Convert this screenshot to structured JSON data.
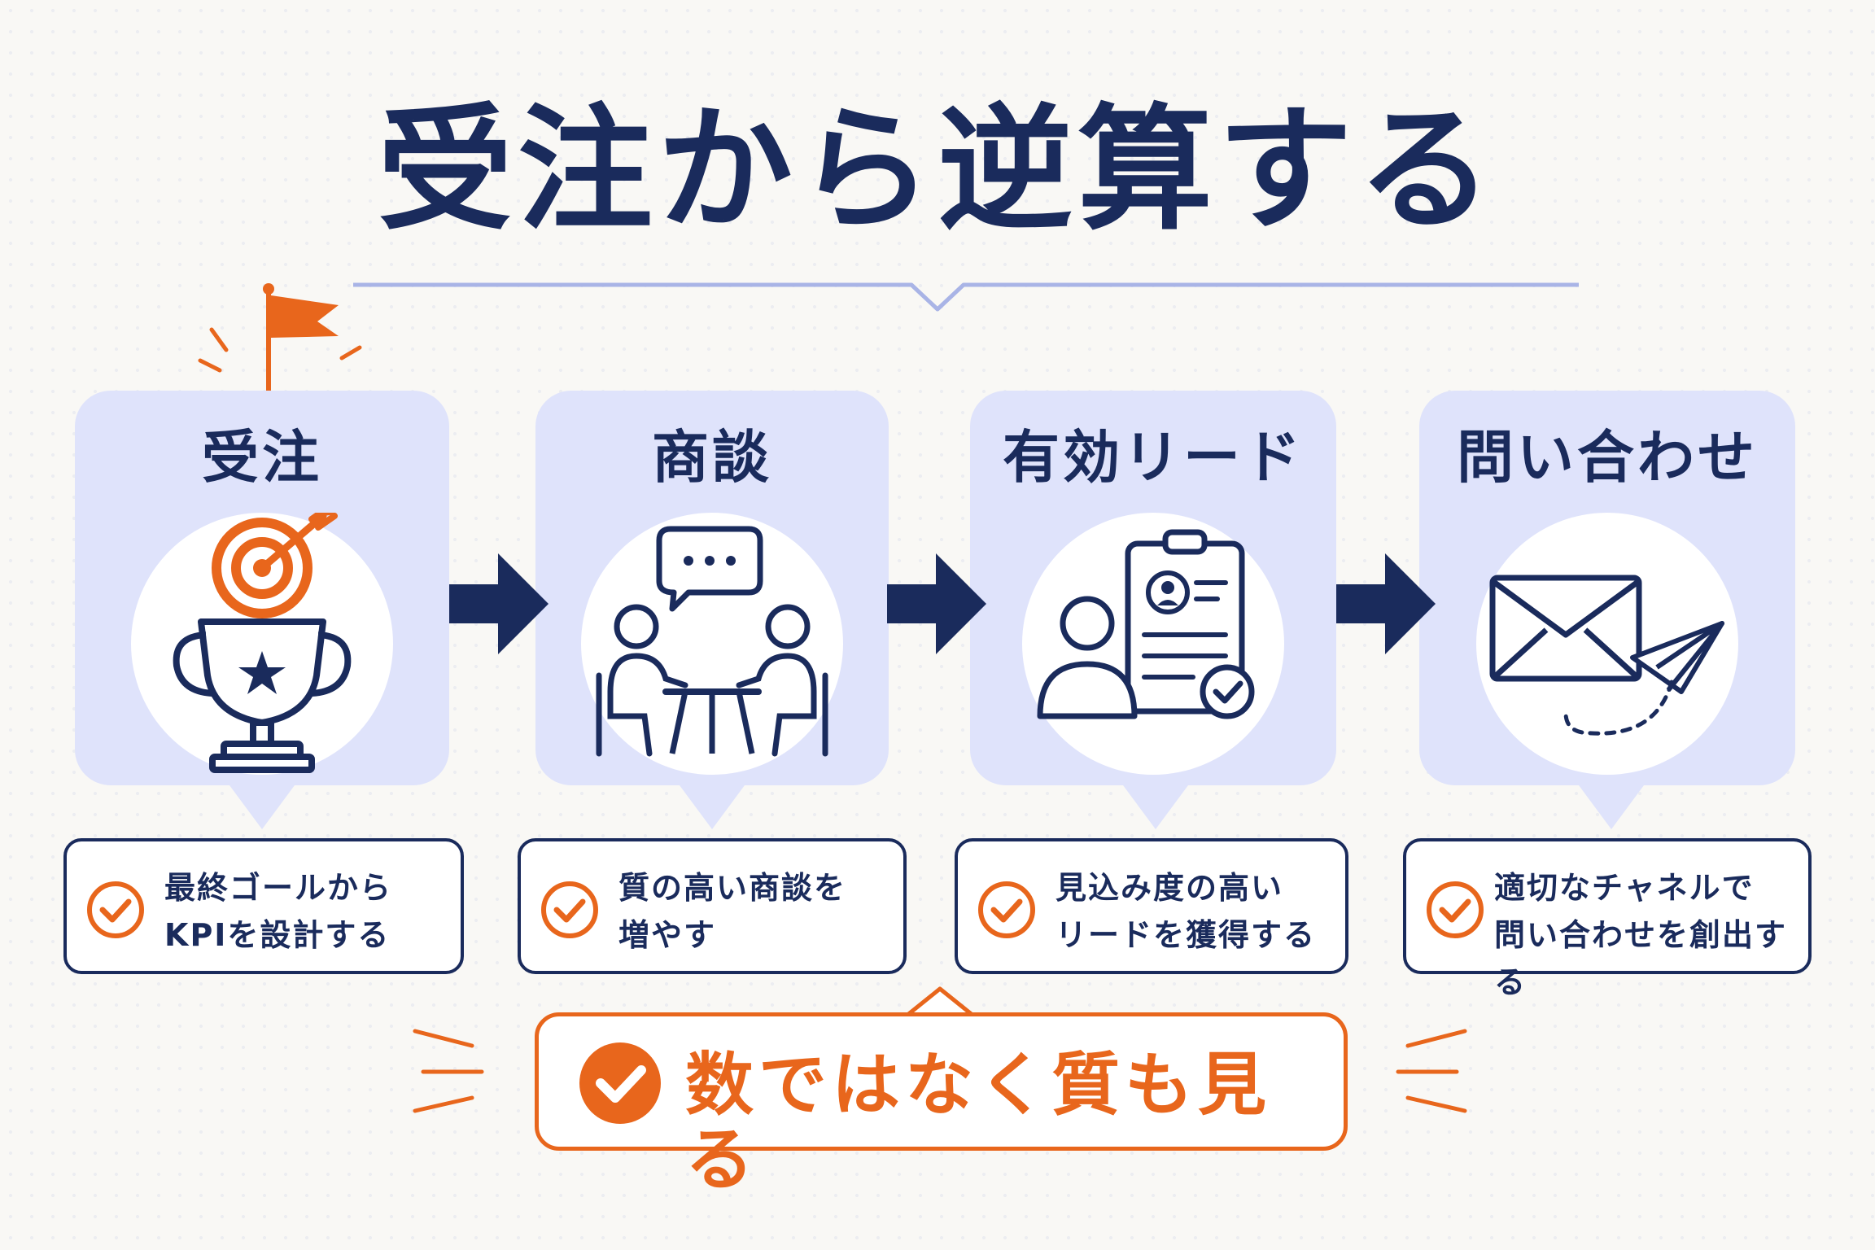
{
  "title": "受注から逆算する",
  "stages": [
    {
      "title": "受注",
      "icon": "trophy-target-icon",
      "desc1": "最終ゴールから",
      "desc2": "KPIを設計する"
    },
    {
      "title": "商談",
      "icon": "meeting-icon",
      "desc1": "質の高い商談を",
      "desc2": "増やす"
    },
    {
      "title": "有効リード",
      "icon": "lead-profile-icon",
      "desc1": "見込み度の高い",
      "desc2": "リードを獲得する"
    },
    {
      "title": "問い合わせ",
      "icon": "mail-send-icon",
      "desc1": "適切なチャネルで",
      "desc2": "問い合わせを創出する"
    }
  ],
  "callout": "数ではなく質も見る",
  "colors": {
    "navy": "#1a2b5c",
    "orange": "#e8661c",
    "card": "#dfe3fb",
    "accent_line": "#a9b4e6"
  }
}
